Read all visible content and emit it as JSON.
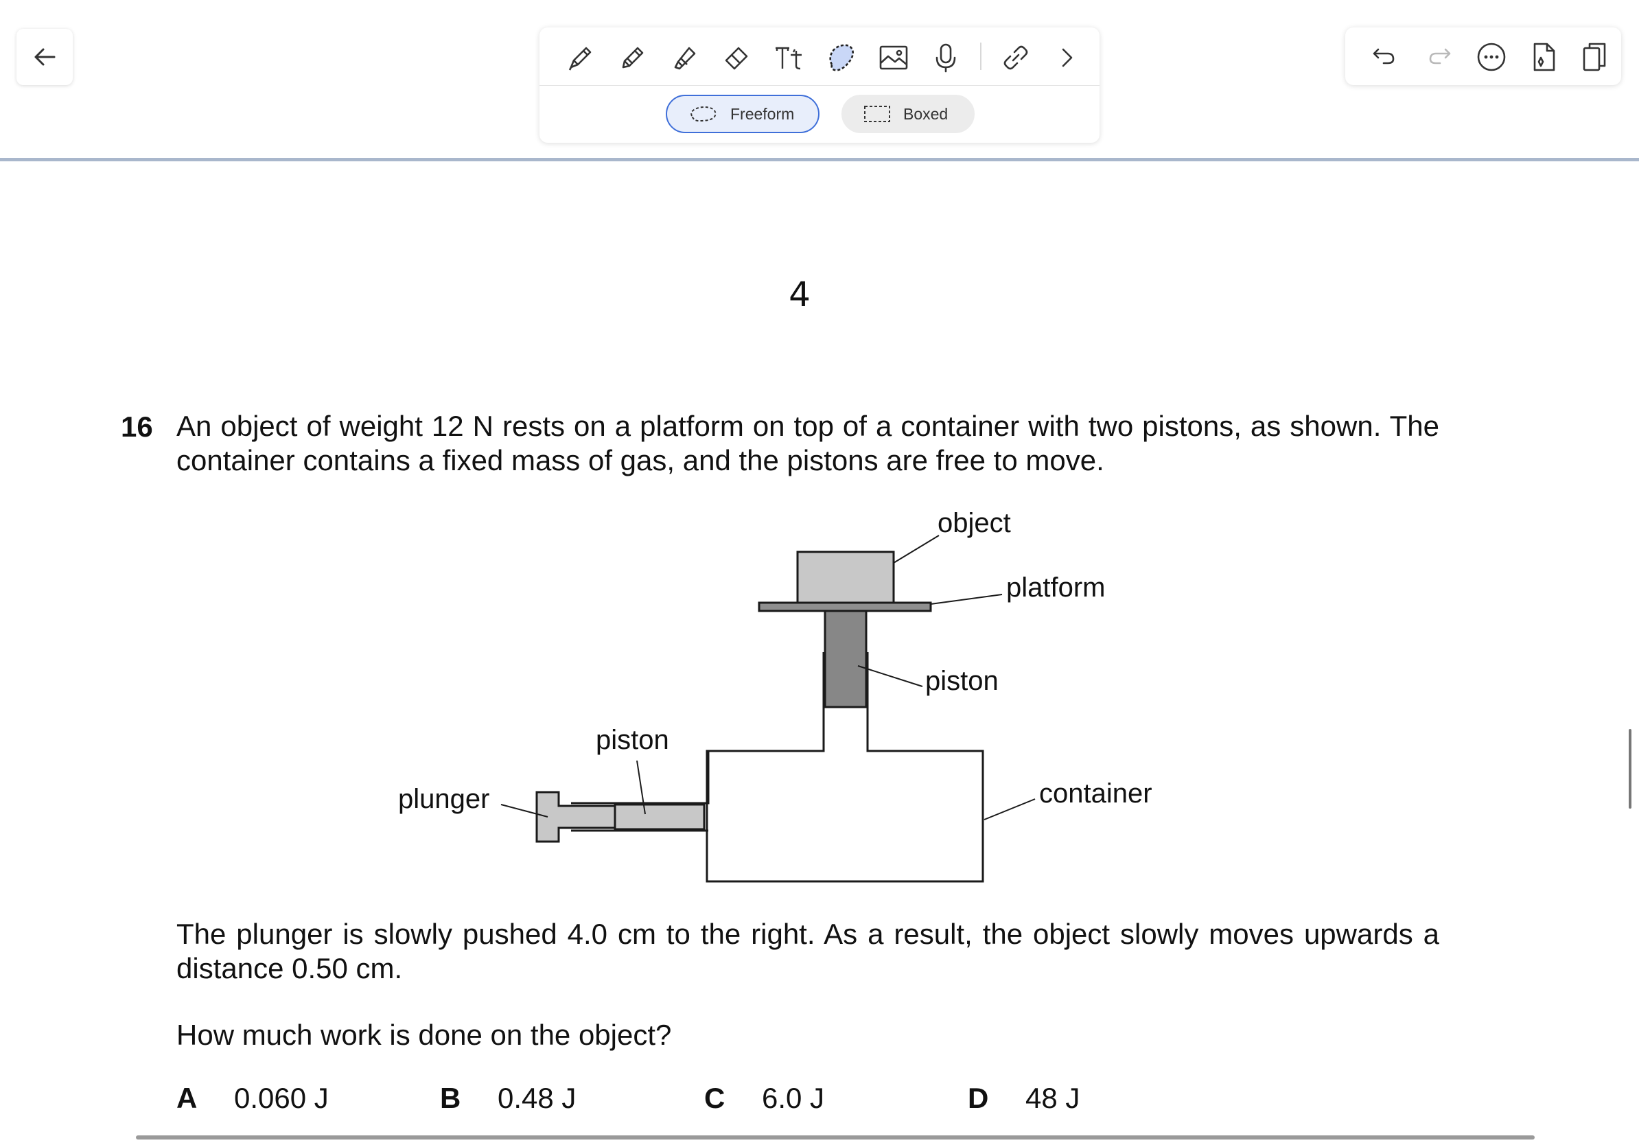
{
  "toolbar": {
    "back_icon": "arrow-left-icon",
    "tools": [
      {
        "name": "pen-icon"
      },
      {
        "name": "pencil-icon"
      },
      {
        "name": "highlighter-icon"
      },
      {
        "name": "eraser-icon"
      },
      {
        "name": "text-icon",
        "glyph": "Tt"
      },
      {
        "name": "lasso-icon",
        "active": true
      },
      {
        "name": "image-icon"
      },
      {
        "name": "microphone-icon"
      },
      {
        "name": "link-icon"
      },
      {
        "name": "chevron-right-icon"
      }
    ],
    "lasso_modes": {
      "freeform_label": "Freeform",
      "boxed_label": "Boxed",
      "selected": "Freeform"
    },
    "right_actions": [
      "undo-icon",
      "redo-icon",
      "more-icon",
      "new-page-icon",
      "pages-icon"
    ],
    "accent_color": "#3f6fd9",
    "lasso_fill_color": "#c9d7f7"
  },
  "document": {
    "page_number": "4",
    "question_number": "16",
    "question_lines": [
      "An object of weight 12 N rests on a platform on top of a container with two pistons, as shown. The",
      "container contains a fixed mass of gas, and the pistons are free to move."
    ],
    "diagram_labels": {
      "object": "object",
      "platform": "platform",
      "piston_top": "piston",
      "piston_left": "piston",
      "plunger": "plunger",
      "container": "container"
    },
    "body_lines": [
      "The plunger is slowly pushed 4.0 cm to the right. As a result, the object slowly moves upwards a",
      "distance 0.50 cm."
    ],
    "question": "How much work is done on the object?",
    "options": [
      {
        "letter": "A",
        "value": "0.060 J"
      },
      {
        "letter": "B",
        "value": "0.48 J"
      },
      {
        "letter": "C",
        "value": "6.0 J"
      },
      {
        "letter": "D",
        "value": "48 J"
      }
    ]
  }
}
